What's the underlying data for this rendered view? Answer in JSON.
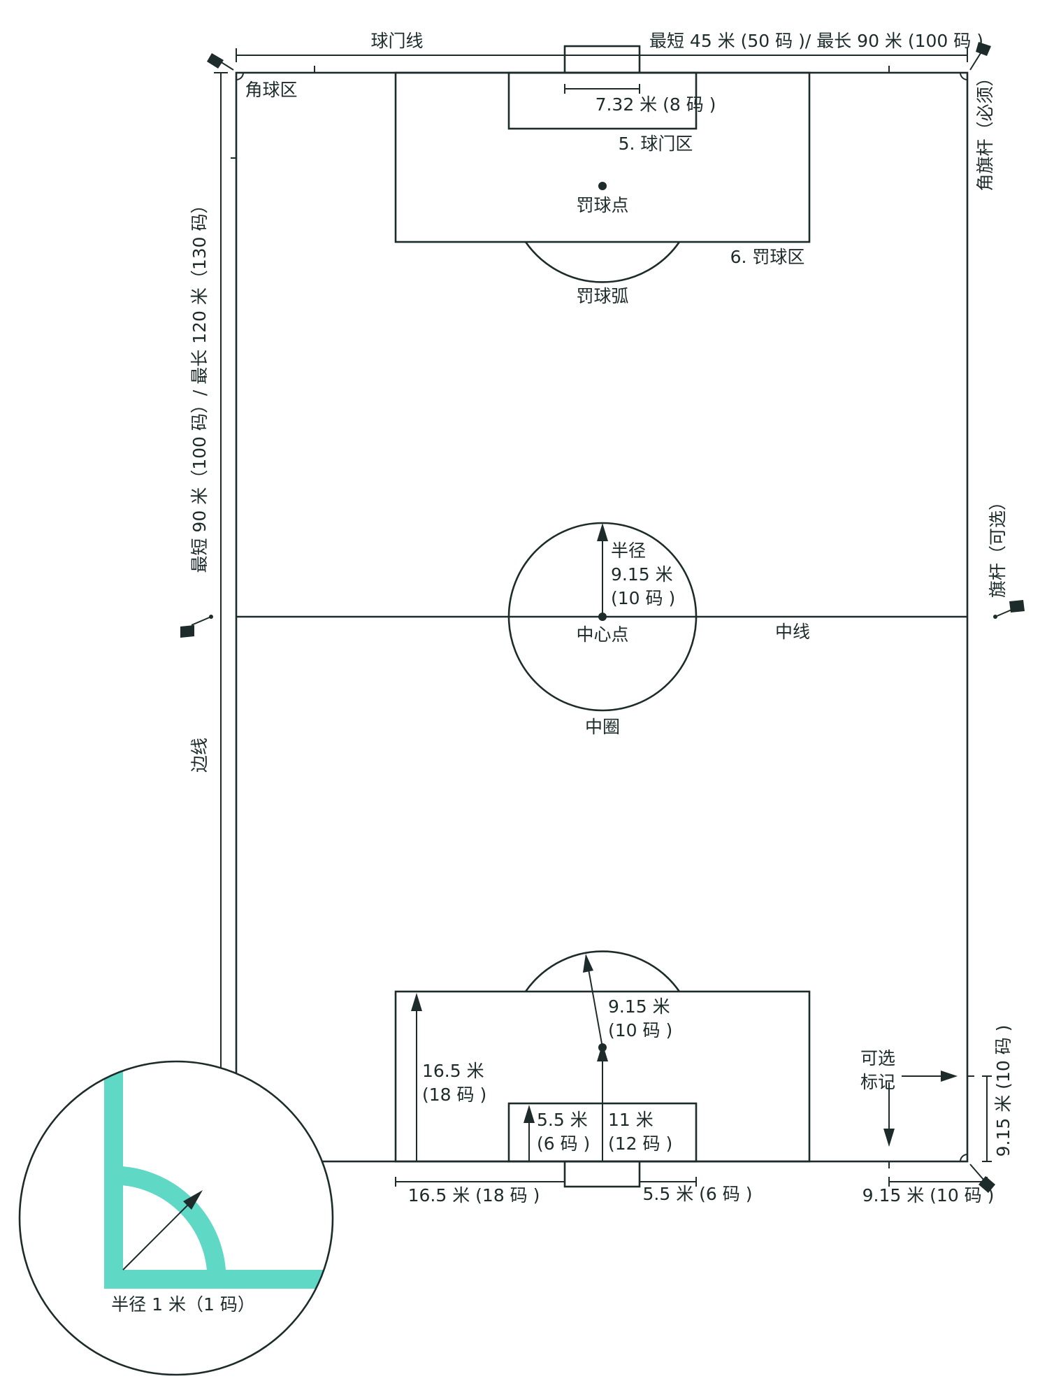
{
  "colors": {
    "ink": "#1d2b2b",
    "accent": "#5fd8c6",
    "background": "#ffffff"
  },
  "labels": {
    "goal_line": "球门线",
    "width_range": "最短 45 米 (50 码 )/ 最长 90 米 (100 码 )",
    "corner_area": "角球区",
    "corner_flag": "角旗杆（必须）",
    "goal_width": "7.32 米 (8 码 )",
    "goal_area": "5. 球门区",
    "penalty_mark": "罚球点",
    "penalty_area": "6. 罚球区",
    "penalty_arc": "罚球弧",
    "length_range": "最短 90 米（100 码）/ 最长 120 米（130 码）",
    "center_radius_line1": "半径",
    "center_radius_line2": "9.15 米",
    "center_radius_line3": "(10 码 )",
    "center_mark": "中心点",
    "halfway_line": "中线",
    "center_circle": "中圈",
    "halfway_flag": "旗杆（可选）",
    "touch_line": "边线",
    "arc_radius_line1": "9.15 米",
    "arc_radius_line2": "(10 码 )",
    "optional_mark_line1": "可选",
    "optional_mark_line2": "标记",
    "side_distance": "9.15 米 (10 码 )",
    "pa_depth_line1": "16.5 米",
    "pa_depth_line2": "(18 码 )",
    "ga_depth_line1": "5.5 米",
    "ga_depth_line2": "(6 码 )",
    "pm_dist_line1": "11 米",
    "pm_dist_line2": "(12 码 )",
    "pa_width": "16.5 米 (18 码 )",
    "ga_width": "5.5 米 (6 码 )",
    "corner_distance": "9.15 米 (10 码 )",
    "inset_radius": "半径 1 米（1 码）"
  }
}
